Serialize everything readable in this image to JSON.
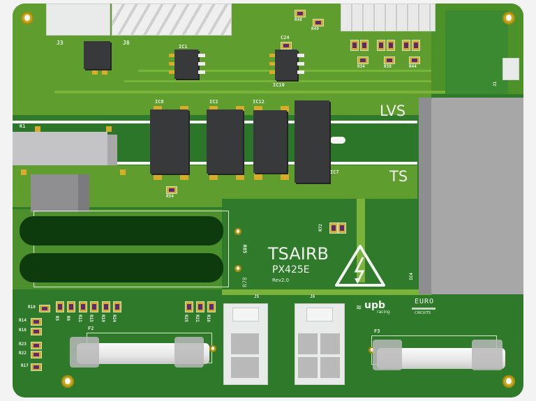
{
  "board": {
    "title": "TSAIRB",
    "part_number": "PX425E",
    "revision": "Rev2.0",
    "zone_labels": {
      "upper": "LVS",
      "lower": "TS"
    },
    "logos": {
      "team": "upb",
      "team_sub": "racing",
      "fab": "EURO",
      "fab_sub": "CIRCUITS"
    },
    "colors": {
      "solder_mask": "#2e7a2a",
      "copper_pour": "#5f9e2e",
      "pad": "#d6ad2a",
      "silkscreen": "#e8f2e0",
      "component_gray": "#a7a7a8",
      "capacitor": "#0e3b0e"
    }
  },
  "designators": {
    "connectors": {
      "j3": "J3",
      "j8": "J8",
      "j1": "J1",
      "j5": "J5",
      "j6": "J6"
    },
    "ics": {
      "ic1": "IC1",
      "ic10": "IC10",
      "ic8": "IC8",
      "ic2": "IC2",
      "ic12": "IC12",
      "ic7": "IC7",
      "ic4": "IC4"
    },
    "caps": {
      "c24": "C24"
    },
    "fuses": {
      "f2": "F2",
      "f3": "F3"
    },
    "relay": "K1",
    "top_resistors": {
      "r48": "R48",
      "r49": "R49",
      "r34": "R34",
      "r38": "R38",
      "r44": "R44"
    },
    "misc_resistors": {
      "r54": "R54",
      "r72": "R72",
      "r85": "R85",
      "r78": "R78"
    },
    "left_column": [
      "R10",
      "R14",
      "R18",
      "R23",
      "R22",
      "R17"
    ],
    "bottom_row_a": [
      "R5",
      "R6",
      "R11",
      "R15",
      "R19",
      "R24"
    ],
    "bottom_row_b": [
      "R25",
      "R21",
      "R16"
    ]
  }
}
